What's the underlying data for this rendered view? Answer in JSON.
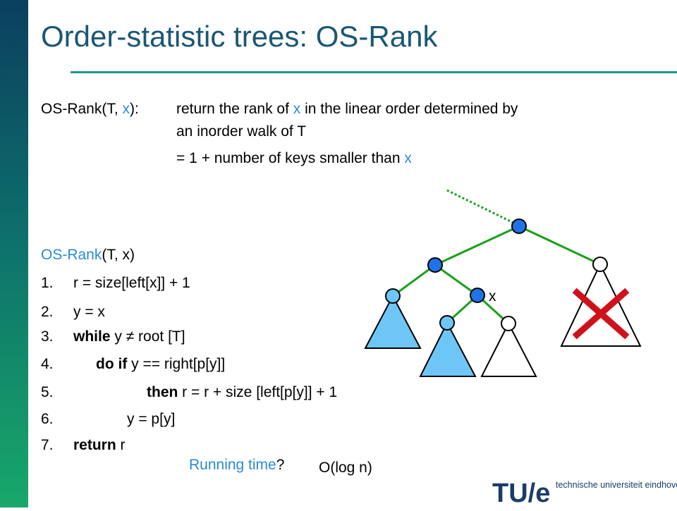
{
  "slide": {
    "title": "Order-statistic trees: OS-Rank"
  },
  "definition": {
    "lhs_prefix": "OS-Rank(T, ",
    "lhs_x": "x",
    "lhs_suffix": "):",
    "line1_a": "return the rank of ",
    "line1_x": "x",
    "line1_b": " in the linear order determined by",
    "line2": "an inorder walk of T",
    "line3_a": "= 1 + number of keys smaller than ",
    "line3_x": "x"
  },
  "algorithm": {
    "name": "OS-Rank",
    "params": "(T, x)",
    "lines": [
      {
        "num": "1.",
        "kw": "",
        "text": "r = size[left[x]] + 1"
      },
      {
        "num": "2.",
        "kw": "",
        "text": "y = x"
      },
      {
        "num": "3.",
        "kw": "while",
        "text": " y ≠ root [T]"
      },
      {
        "num": "4.",
        "kw": "do if",
        "text": "  y == right[p[y]]"
      },
      {
        "num": "5.",
        "kw": "then",
        "text": "  r = r + size [left[p[y]] + 1"
      },
      {
        "num": "6.",
        "kw": "",
        "text": "y = p[y]"
      },
      {
        "num": "7.",
        "kw": "return",
        "text": " r"
      }
    ]
  },
  "running_time": {
    "question": "Running time",
    "qmark": "?",
    "answer": "O(log n)"
  },
  "diagram": {
    "node_label": "x",
    "colors": {
      "edge": "#1aa01a",
      "node_blue": "#1e73e8",
      "subtree_blue": "#6ec6f7",
      "cross": "#d0111b",
      "dotted": "#1aa01a"
    }
  },
  "logo": {
    "mark": "TU/e",
    "institution": "technische universiteit eindhoven"
  }
}
